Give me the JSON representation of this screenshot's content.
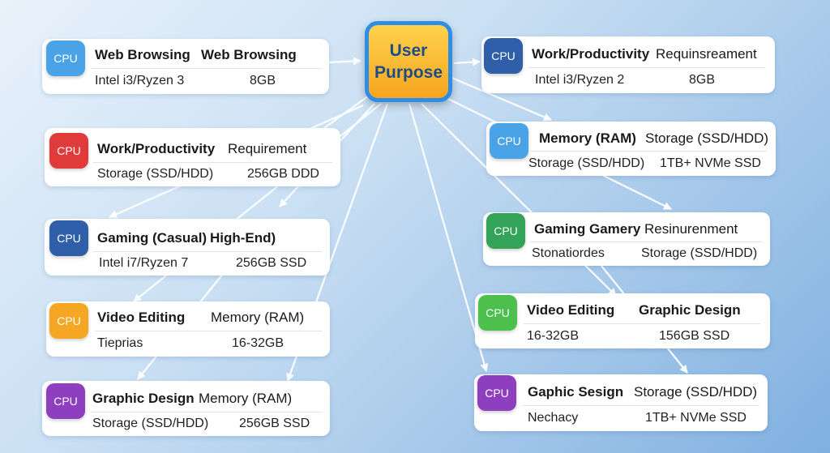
{
  "hub": {
    "line1": "User",
    "line2": "Purpose"
  },
  "colors": {
    "blue_light": "#4aa3e6",
    "blue_dark": "#2f5fa8",
    "red": "#e03a3a",
    "orange": "#f5a623",
    "purple": "#8e3fc0",
    "green": "#34a35a",
    "green_light": "#4cbf4c"
  },
  "left_cards": [
    {
      "badge": "CPU",
      "title": "Web Browsing",
      "title_extra": "Web Browsing",
      "row2_left": "Intel i3/Ryzen 3",
      "row2_right": "8GB"
    },
    {
      "badge": "CPU",
      "title": "Work/Productivity",
      "title_extra": "Requirement",
      "row2_left": "Storage (SSD/HDD)",
      "row2_right": "256GB DDD"
    },
    {
      "badge": "CPU",
      "title": "Gaming (Casual)",
      "title_extra": "High-End)",
      "row2_left": "Intel i7/Ryzen 7",
      "row2_right": "256GB SSD"
    },
    {
      "badge": "CPU",
      "title": "Video Editing",
      "title_extra": "Memory (RAM)",
      "row2_left": "Tieprias",
      "row2_right": "16-32GB"
    },
    {
      "badge": "CPU",
      "title": "Graphic Design",
      "title_extra": "Memory (RAM)",
      "row2_left": "Storage (SSD/HDD)",
      "row2_right": "256GB SSD"
    }
  ],
  "right_cards": [
    {
      "badge": "CPU",
      "title": "Work/Productivity",
      "title_extra": "Requinsreament",
      "row2_left": "Intel i3/Ryzen 2",
      "row2_right": "8GB"
    },
    {
      "badge": "CPU",
      "title": "Memory (RAM)",
      "title_extra": "Storage (SSD/HDD)",
      "row2_left": "Storage (SSD/HDD)",
      "row2_right": "1TB+ NVMe SSD"
    },
    {
      "badge": "CPU",
      "title": "Gaming Gamery",
      "title_extra": "Resinurenment",
      "row2_left": "Stonatiordes",
      "row2_right": "Storage (SSD/HDD)"
    },
    {
      "badge": "CPU",
      "title": "Video Editing",
      "title_extra": "Graphic Design",
      "row2_left": "16-32GB",
      "row2_right": "156GB SSD"
    },
    {
      "badge": "CPU",
      "title": "Gaphic Sesign",
      "title_extra": "Storage (SSD/HDD)",
      "row2_left": "Nechacy",
      "row2_right": "1TB+ NVMe SSD"
    }
  ]
}
